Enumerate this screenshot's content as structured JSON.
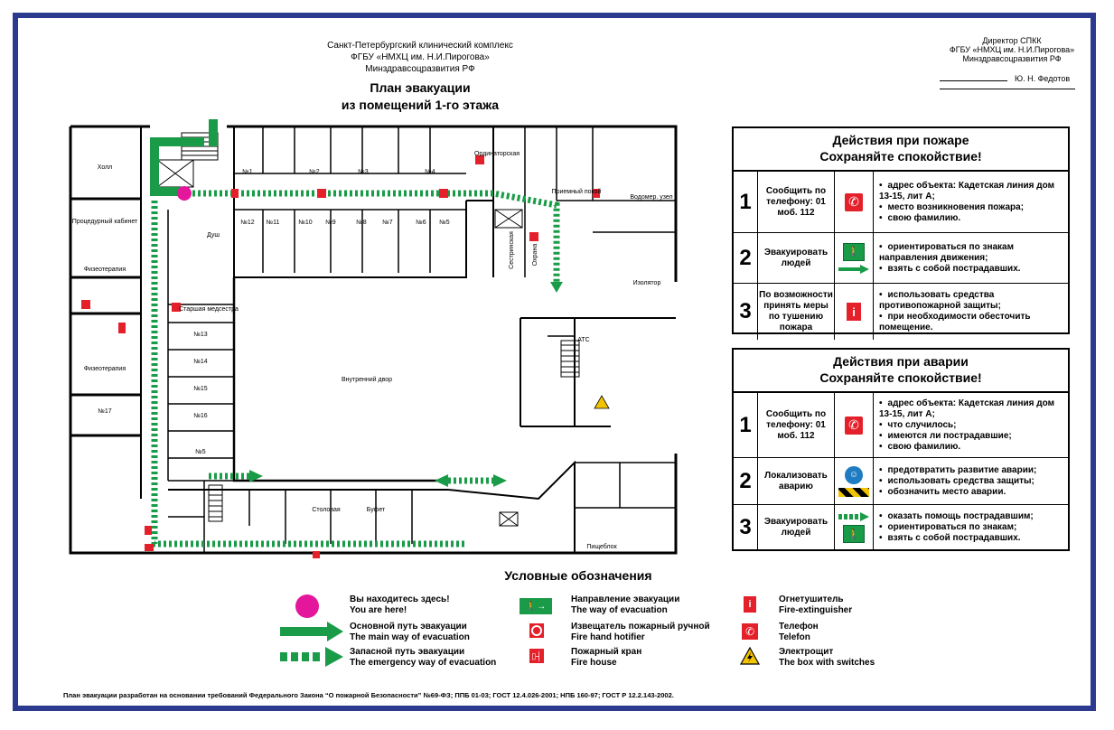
{
  "header": {
    "org_line1": "Санкт-Петербургский клинический комплекс",
    "org_line2": "ФГБУ «НМХЦ им. Н.И.Пирогова»",
    "org_line3": "Минздравсоцразвития РФ",
    "title_line1": "План эвакуации",
    "title_line2": "из помещений 1-го этажа"
  },
  "approval": {
    "line1": "Директор СПКК",
    "line2": "ФГБУ «НМХЦ им. Н.И.Пирогова»",
    "line3": "Минздравсоцразвития РФ",
    "signer": "Ю. Н. Федотов"
  },
  "map_labels": {
    "hall": "Холл",
    "procedural": "Процедурный кабинет",
    "physio1": "Физеотерапия",
    "physio2": "Физеотерапия",
    "room17": "№17",
    "shower": "Душ",
    "head_nurse": "Старшая медсестра",
    "r13": "№13",
    "r14": "№14",
    "r15": "№15",
    "r16": "№16",
    "r5b": "№5",
    "r1": "№1",
    "r2": "№2",
    "r3": "№3",
    "r4": "№4",
    "r12": "№12",
    "r11": "№11",
    "r10": "№10",
    "r9": "№9",
    "r8": "№8",
    "r7": "№7",
    "r6": "№6",
    "r5": "№5",
    "staff_room": "Ординаторская",
    "reception": "Приемный покой",
    "water": "Водомер. узел",
    "isolator": "Изолятор",
    "nurse_room": "Сестринская",
    "security": "Охрана",
    "ats": "АТС",
    "courtyard": "Внутренний двор",
    "canteen": "Столовая",
    "buffet": "Буфет",
    "food_block": "Пищеблок"
  },
  "fire_table": {
    "title1": "Действия при пожаре",
    "title2": "Сохраняйте спокойствие!",
    "rows": [
      {
        "num": "1",
        "action": "Сообщить по телефону: 01 моб. 112",
        "bullets": [
          "адрес объекта: Кадетская линия дом 13-15, лит А;",
          "место возникновения пожара;",
          "свою фамилию."
        ]
      },
      {
        "num": "2",
        "action": "Эвакуировать людей",
        "bullets": [
          "ориентироваться по знакам направления движения;",
          "взять с собой пострадавших."
        ]
      },
      {
        "num": "3",
        "action": "По возможности принять меры по тушению пожара",
        "bullets": [
          "использовать средства противопожарной защиты;",
          "при необходимости обесточить помещение."
        ]
      }
    ]
  },
  "accident_table": {
    "title1": "Действия при аварии",
    "title2": "Сохраняйте спокойствие!",
    "rows": [
      {
        "num": "1",
        "action": "Сообщить по телефону: 01 моб. 112",
        "bullets": [
          "адрес объекта: Кадетская линия дом 13-15, лит А;",
          "что случилось;",
          "имеются ли пострадавшие;",
          "свою фамилию."
        ]
      },
      {
        "num": "2",
        "action": "Локализовать аварию",
        "bullets": [
          "предотвратить развитие аварии;",
          "использовать средства защиты;",
          "обозначить место аварии."
        ]
      },
      {
        "num": "3",
        "action": "Эвакуировать людей",
        "bullets": [
          "оказать помощь пострадавшим;",
          "ориентироваться по знакам;",
          "взять с собой пострадавших."
        ]
      }
    ]
  },
  "legend": {
    "title": "Условные обозначения",
    "here_ru": "Вы находитесь здесь!",
    "here_en": "You are here!",
    "main_ru": "Основной путь эвакуации",
    "main_en": "The main way of evacuation",
    "emerg_ru": "Запасной путь эвакуации",
    "emerg_en": "The emergency way of evacuation",
    "dir_ru": "Направление эвакуации",
    "dir_en": "The way of evacuation",
    "notifier_ru": "Извещатель пожарный ручной",
    "notifier_en": "Fire hand hotifier",
    "hydrant_ru": "Пожарный кран",
    "hydrant_en": "Fire house",
    "ext_ru": "Огнетушитель",
    "ext_en": "Fire-extinguisher",
    "phone_ru": "Телефон",
    "phone_en": "Telefon",
    "switch_ru": "Электрощит",
    "switch_en": "The box with switches"
  },
  "footer": "План эвакуации разработан на основании требований Федерального Закона “О пожарной Безопасности” №69-ФЗ; ППБ 01-03; ГОСТ 12.4.026-2001; НПБ 160-97; ГОСТ Р 12.2.143-2002.",
  "colors": {
    "frame": "#2b3a8f",
    "green": "#1a9b48",
    "red": "#e4202a",
    "pink": "#e4169b"
  }
}
